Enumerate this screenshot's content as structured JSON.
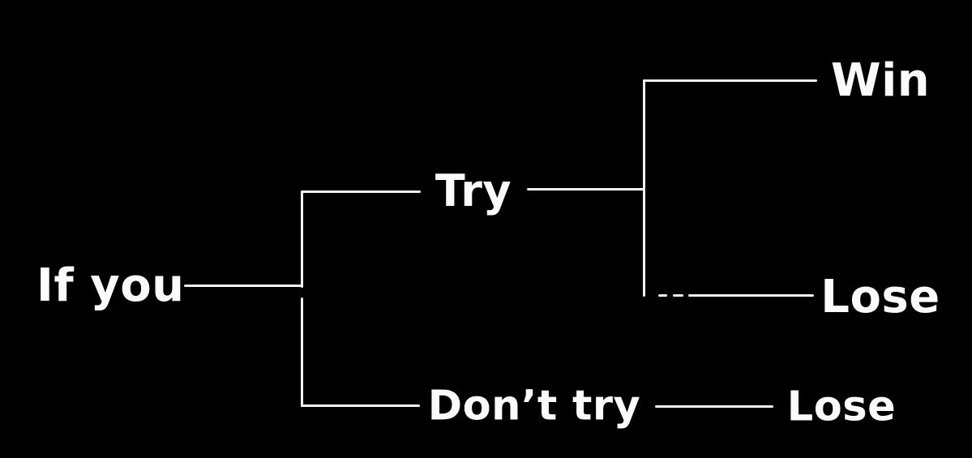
{
  "diagram": {
    "type": "decision-tree",
    "background_color": "#000000",
    "line_color": "#f2f2f2",
    "text_color": "#fafafa"
  },
  "nodes": {
    "root": {
      "label": "If you"
    },
    "try": {
      "label": "Try"
    },
    "dont_try": {
      "label": "Don’t try"
    },
    "win": {
      "label": "Win"
    },
    "lose_after_try": {
      "label": "Lose"
    },
    "lose_after_dont_try": {
      "label": "Lose"
    }
  },
  "edges": [
    {
      "from": "If you",
      "to": "Try"
    },
    {
      "from": "If you",
      "to": "Don’t try"
    },
    {
      "from": "Try",
      "to": "Win"
    },
    {
      "from": "Try",
      "to": "Lose"
    },
    {
      "from": "Don’t try",
      "to": "Lose"
    }
  ]
}
